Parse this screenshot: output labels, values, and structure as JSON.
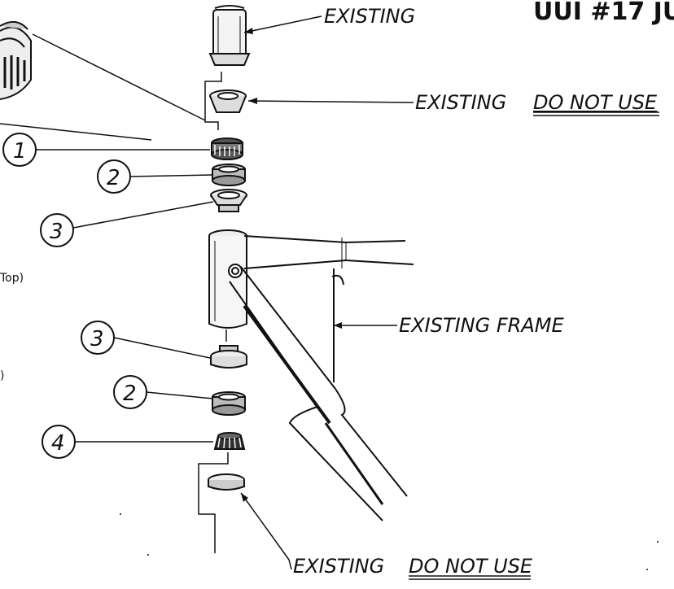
{
  "title": "UUI #17 JU",
  "labels": {
    "existing_top": "EXISTING",
    "existing_do_not_use_top_prefix": "EXISTING",
    "do_not_use_top": "DO NOT USE",
    "existing_frame": "EXISTING FRAME",
    "existing_do_not_use_bottom_prefix": "EXISTING",
    "do_not_use_bottom": "DO NOT USE",
    "side_fragment_top": "Top)",
    "side_fragment_bottom": ")"
  },
  "callouts": [
    {
      "id": "1",
      "text": "1"
    },
    {
      "id": "2a",
      "text": "2"
    },
    {
      "id": "3a",
      "text": "3"
    },
    {
      "id": "3b",
      "text": "3"
    },
    {
      "id": "2b",
      "text": "2"
    },
    {
      "id": "4",
      "text": "4"
    }
  ]
}
